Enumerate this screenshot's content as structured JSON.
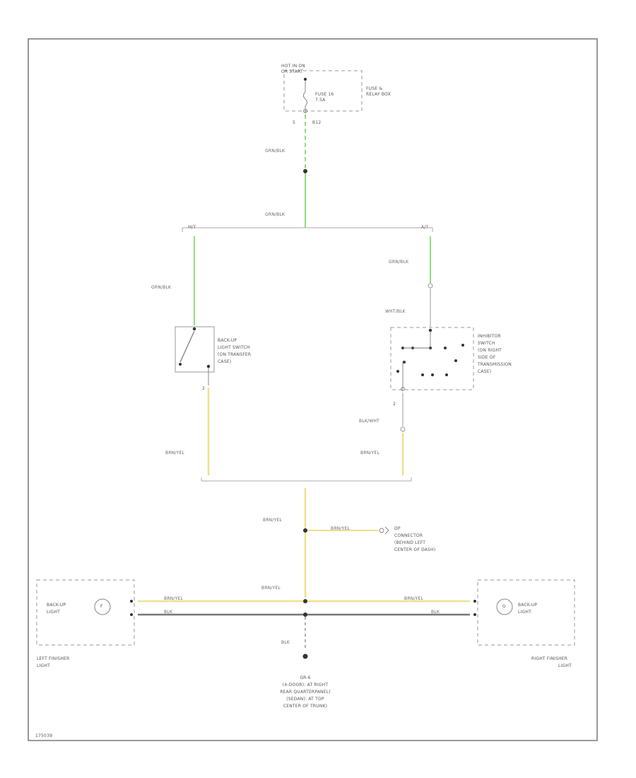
{
  "colors": {
    "frame": "#666666",
    "wire_green": "#8ee07a",
    "wire_yellow": "#f0e08a",
    "wire_gray": "#aaaaaa",
    "wire_dark": "#777777",
    "dash": "#999999",
    "node": "#333333"
  },
  "fuse_box": {
    "hot_label": [
      "HOT IN ON",
      "OR START"
    ],
    "fuse_label": [
      "FUSE 16",
      "7.5A"
    ],
    "box_label": [
      "FUSE &",
      "RELAY BOX"
    ],
    "pin": "5",
    "connector": "B12"
  },
  "wires": {
    "w1": "GRN/BLK",
    "w2": "GRN/BLK",
    "w3": "GRN/BLK",
    "w4": "GRN/BLK",
    "w5": "WHT/BLK",
    "w6": "BRN/YEL",
    "w7": "BLK/WHT",
    "w8": "BRN/YEL",
    "w9": "BRN/YEL",
    "w10": "BRN/YEL",
    "w11": "BRN/YEL",
    "w12": "BRN/YEL",
    "w13": "BRN/YEL",
    "w14": "BLK",
    "w15": "BLK",
    "w16": "BLK"
  },
  "split_left": "M/T",
  "split_right": "A/T",
  "backup_switch": {
    "label": [
      "BACK-UP",
      "LIGHT SWITCH",
      "(ON TRANSFER",
      "CASE)"
    ],
    "pin": "2"
  },
  "inhibitor_switch": {
    "label": [
      "INHIBITOR",
      "SWITCH",
      "(ON RIGHT",
      "SIDE OF",
      "TRANSMISSION",
      "CASE)"
    ],
    "pin": "2"
  },
  "dp_connector": {
    "label": [
      "DP",
      "CONNECTOR",
      "(BEHIND LEFT",
      "CENTER OF DASH)"
    ]
  },
  "left_lamp": {
    "name": [
      "BACK-UP",
      "LIGHT"
    ],
    "pin": "F",
    "caption": [
      "LEFT FINISHER",
      "LIGHT"
    ]
  },
  "right_lamp": {
    "name": [
      "BACK-UP",
      "LIGHT"
    ],
    "pin": "G",
    "caption": [
      "RIGHT FINISHER",
      "LIGHT"
    ]
  },
  "ground": {
    "id": "GR-6",
    "label": [
      "(4-DOOR): AT RIGHT",
      "REAR QUARTERPANEL)",
      "(SEDAN): AT TOP",
      "CENTER OF TRUNK)"
    ]
  },
  "diagram_id": "175039"
}
